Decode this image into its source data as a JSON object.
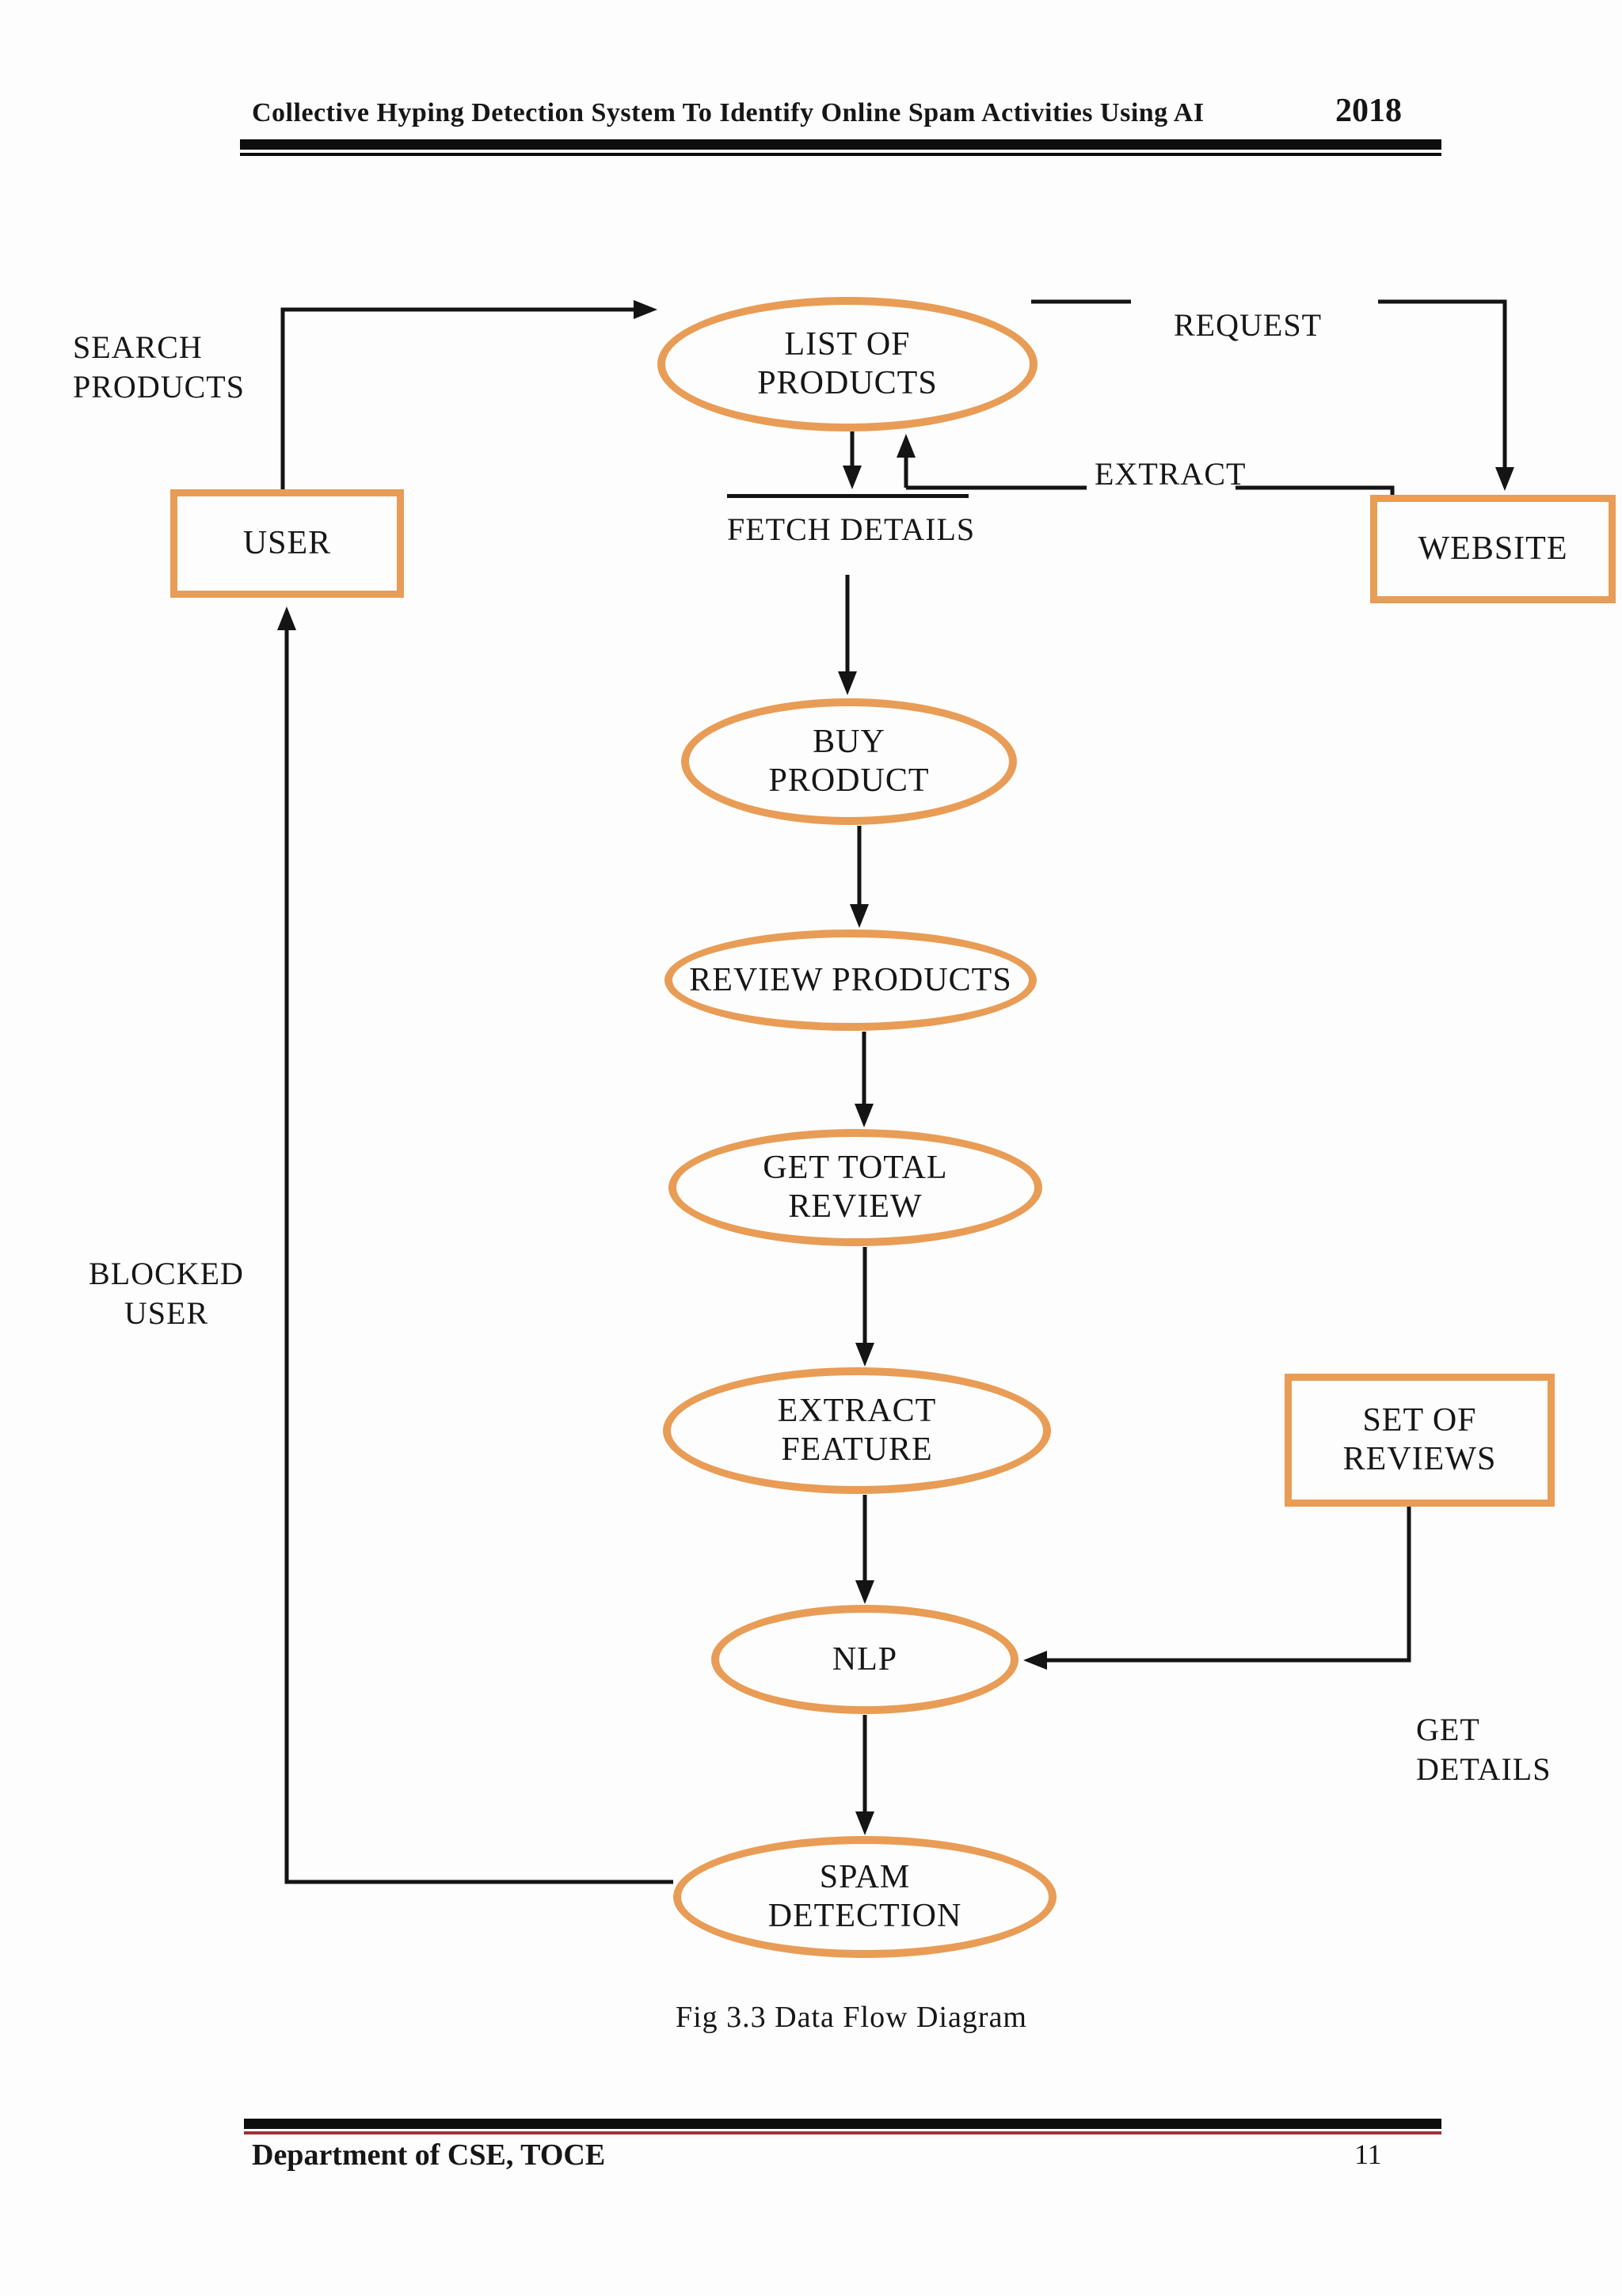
{
  "header": {
    "title": "Collective Hyping Detection System To Identify Online Spam Activities Using AI",
    "year": "2018"
  },
  "caption": "Fig 3.3 Data Flow Diagram",
  "footer": {
    "department": "Department of CSE, TOCE",
    "page_number": "11"
  },
  "colors": {
    "node_border_orange": "#e89c55",
    "connector_black": "#141414",
    "footer_rule_red": "#9e3234"
  },
  "nodes": {
    "list_of_products": {
      "line1": "LIST OF",
      "line2": "PRODUCTS"
    },
    "buy_product": {
      "line1": "BUY",
      "line2": "PRODUCT"
    },
    "review_products": {
      "line1": "REVIEW PRODUCTS"
    },
    "get_total_review": {
      "line1": "GET TOTAL",
      "line2": "REVIEW"
    },
    "extract_feature": {
      "line1": "EXTRACT",
      "line2": "FEATURE"
    },
    "nlp": {
      "line1": "NLP"
    },
    "spam_detection": {
      "line1": "SPAM",
      "line2": "DETECTION"
    }
  },
  "entities": {
    "user": {
      "label": "USER"
    },
    "website": {
      "label": "WEBSITE"
    },
    "set_of_reviews": {
      "line1": "SET OF",
      "line2": "REVIEWS"
    }
  },
  "edge_labels": {
    "search_products": {
      "line1": "SEARCH",
      "line2": "PRODUCTS"
    },
    "request": {
      "label": "REQUEST"
    },
    "extract": {
      "label": "EXTRACT"
    },
    "fetch_details": {
      "label": "FETCH DETAILS"
    },
    "blocked_user": {
      "line1": "BLOCKED",
      "line2": "USER"
    },
    "get_details": {
      "line1": "GET",
      "line2": "DETAILS"
    }
  }
}
